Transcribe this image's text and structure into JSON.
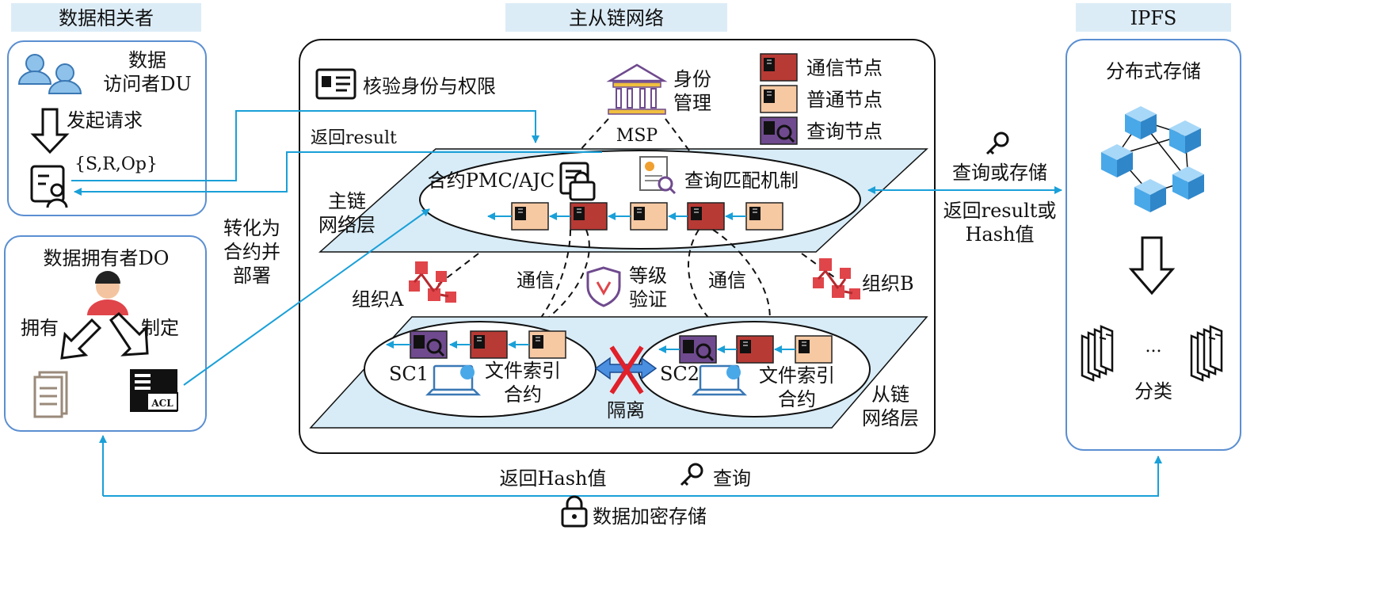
{
  "headers": {
    "stakeholders": "数据相关者",
    "network": "主从链网络",
    "ipfs": "IPFS"
  },
  "du": {
    "line1": "数据",
    "line2": "访问者DU",
    "request": "发起请求",
    "params": "{S,R,Op}"
  },
  "do": {
    "title": "数据拥有者DO",
    "own": "拥有",
    "make": "制定",
    "acl": "ACL"
  },
  "deploy": {
    "line1": "转化为",
    "line2": "合约并",
    "line3": "部署"
  },
  "net": {
    "verify": "核验身份与权限",
    "identity_line1": "身份",
    "identity_line2": "管理",
    "msp": "MSP",
    "return_result": "返回result",
    "main_layer_line1": "主链",
    "main_layer_line2": "网络层",
    "contract": "合约PMC/AJC",
    "query_match": "查询匹配机制",
    "comm1": "通信",
    "comm2": "通信",
    "level_line1": "等级",
    "level_line2": "验证",
    "org_a": "组织A",
    "org_b": "组织B",
    "sc1": "SC1",
    "sc2": "SC2",
    "file_index_line1": "文件索引",
    "file_index_line2": "合约",
    "file_index2_line1": "文件索引",
    "file_index2_line2": "合约",
    "isolation": "隔离",
    "side_layer_line1": "从链",
    "side_layer_line2": "网络层"
  },
  "legend": [
    {
      "label": "通信节点",
      "color": "#b83a35"
    },
    {
      "label": "普通节点",
      "color": "#f6c9a3"
    },
    {
      "label": "查询节点",
      "color": "#6f4a8e"
    }
  ],
  "ipfs": {
    "distributed": "分布式存储",
    "classify": "分类",
    "ellipsis": "..."
  },
  "flow": {
    "query_or_store": "查询或存储",
    "return_line1": "返回result或",
    "return_line2": "Hash值",
    "return_hash": "返回Hash值",
    "query": "查询",
    "encrypted_storage": "数据加密存储"
  },
  "colors": {
    "arrow": "#1aa0d8",
    "box_border": "#5b8fd1",
    "header_fill": "#dcecf7",
    "plane_fill": "#d8ecf7",
    "comm_node": "#b83a35",
    "normal_node": "#f6c9a3",
    "query_node": "#6f4a8e",
    "org_red": "#e0454a",
    "cube_blue": "#49a8e8"
  }
}
